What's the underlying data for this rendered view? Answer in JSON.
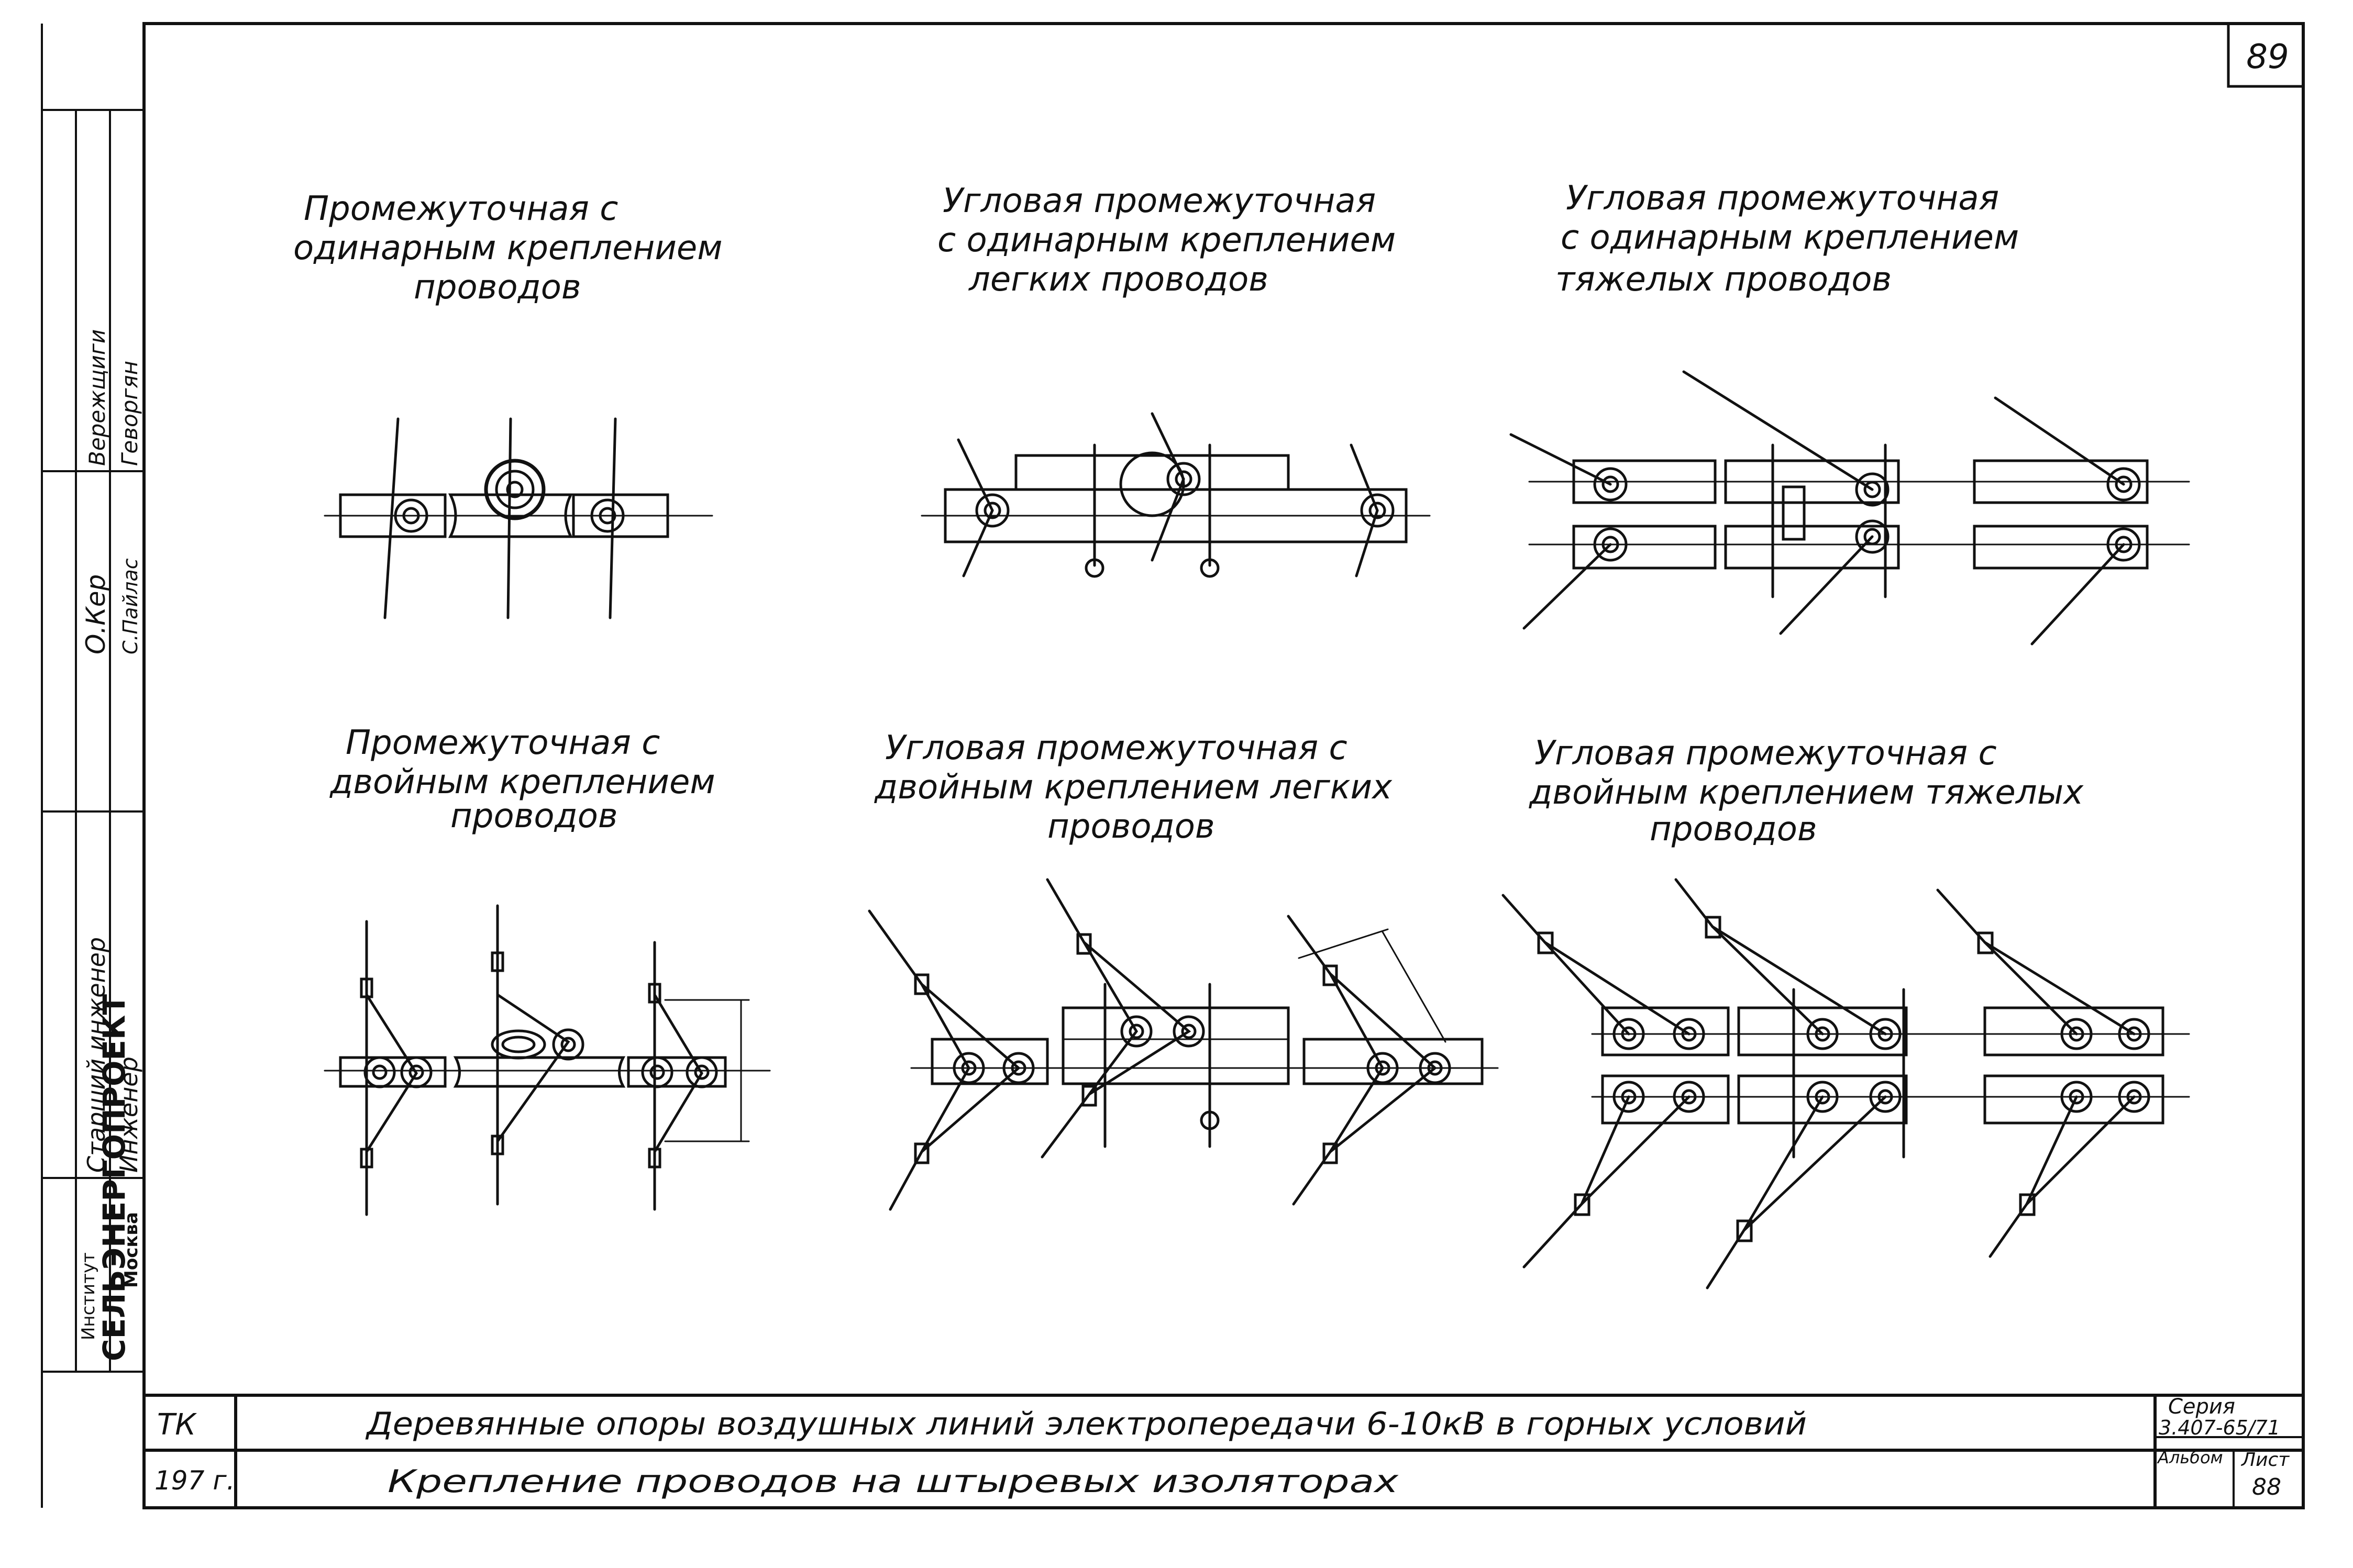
{
  "sheet": {
    "page_number": "89",
    "ink_color": "#111111",
    "paper_color": "#ffffff"
  },
  "side_stamp": {
    "organization": "СЕЛЬЭНЕРГОПРОЕКТ",
    "city": "Москва",
    "organization_prefix": "Институт",
    "roles": [
      "Старший инженер",
      "Инженер"
    ],
    "names": [
      "Вережщиги",
      "Геворгян"
    ],
    "signatures": [
      "О.Кер",
      "С.Пайлас"
    ]
  },
  "panels": [
    {
      "id": "p1",
      "title_lines": [
        "Промежуточная с",
        "одинарным креплением",
        "проводов"
      ]
    },
    {
      "id": "p2",
      "title_lines": [
        "Угловая промежуточная",
        "с одинарным креплением",
        "легких проводов"
      ]
    },
    {
      "id": "p3",
      "title_lines": [
        "Угловая промежуточная",
        "с одинарным креплением",
        "тяжелых проводов"
      ]
    },
    {
      "id": "p4",
      "title_lines": [
        "Промежуточная с",
        "двойным креплением",
        "проводов"
      ]
    },
    {
      "id": "p5",
      "title_lines": [
        "Угловая промежуточная с",
        "двойным креплением легких",
        "проводов"
      ]
    },
    {
      "id": "p6",
      "title_lines": [
        "Угловая промежуточная с",
        "двойным креплением тяжелых",
        "проводов"
      ]
    }
  ],
  "title_block": {
    "code": "ТК",
    "year": "197 г.",
    "title_line_1": "Деревянные опоры воздушных линий электропередачи 6-10кВ в горных условий",
    "title_line_2": "Крепление проводов на штыревых изоляторах",
    "series_label": "Серия",
    "series_value": "3.407-65/71",
    "album_label": "Альбом",
    "sheet_label": "Лист",
    "sheet_value": "88"
  }
}
